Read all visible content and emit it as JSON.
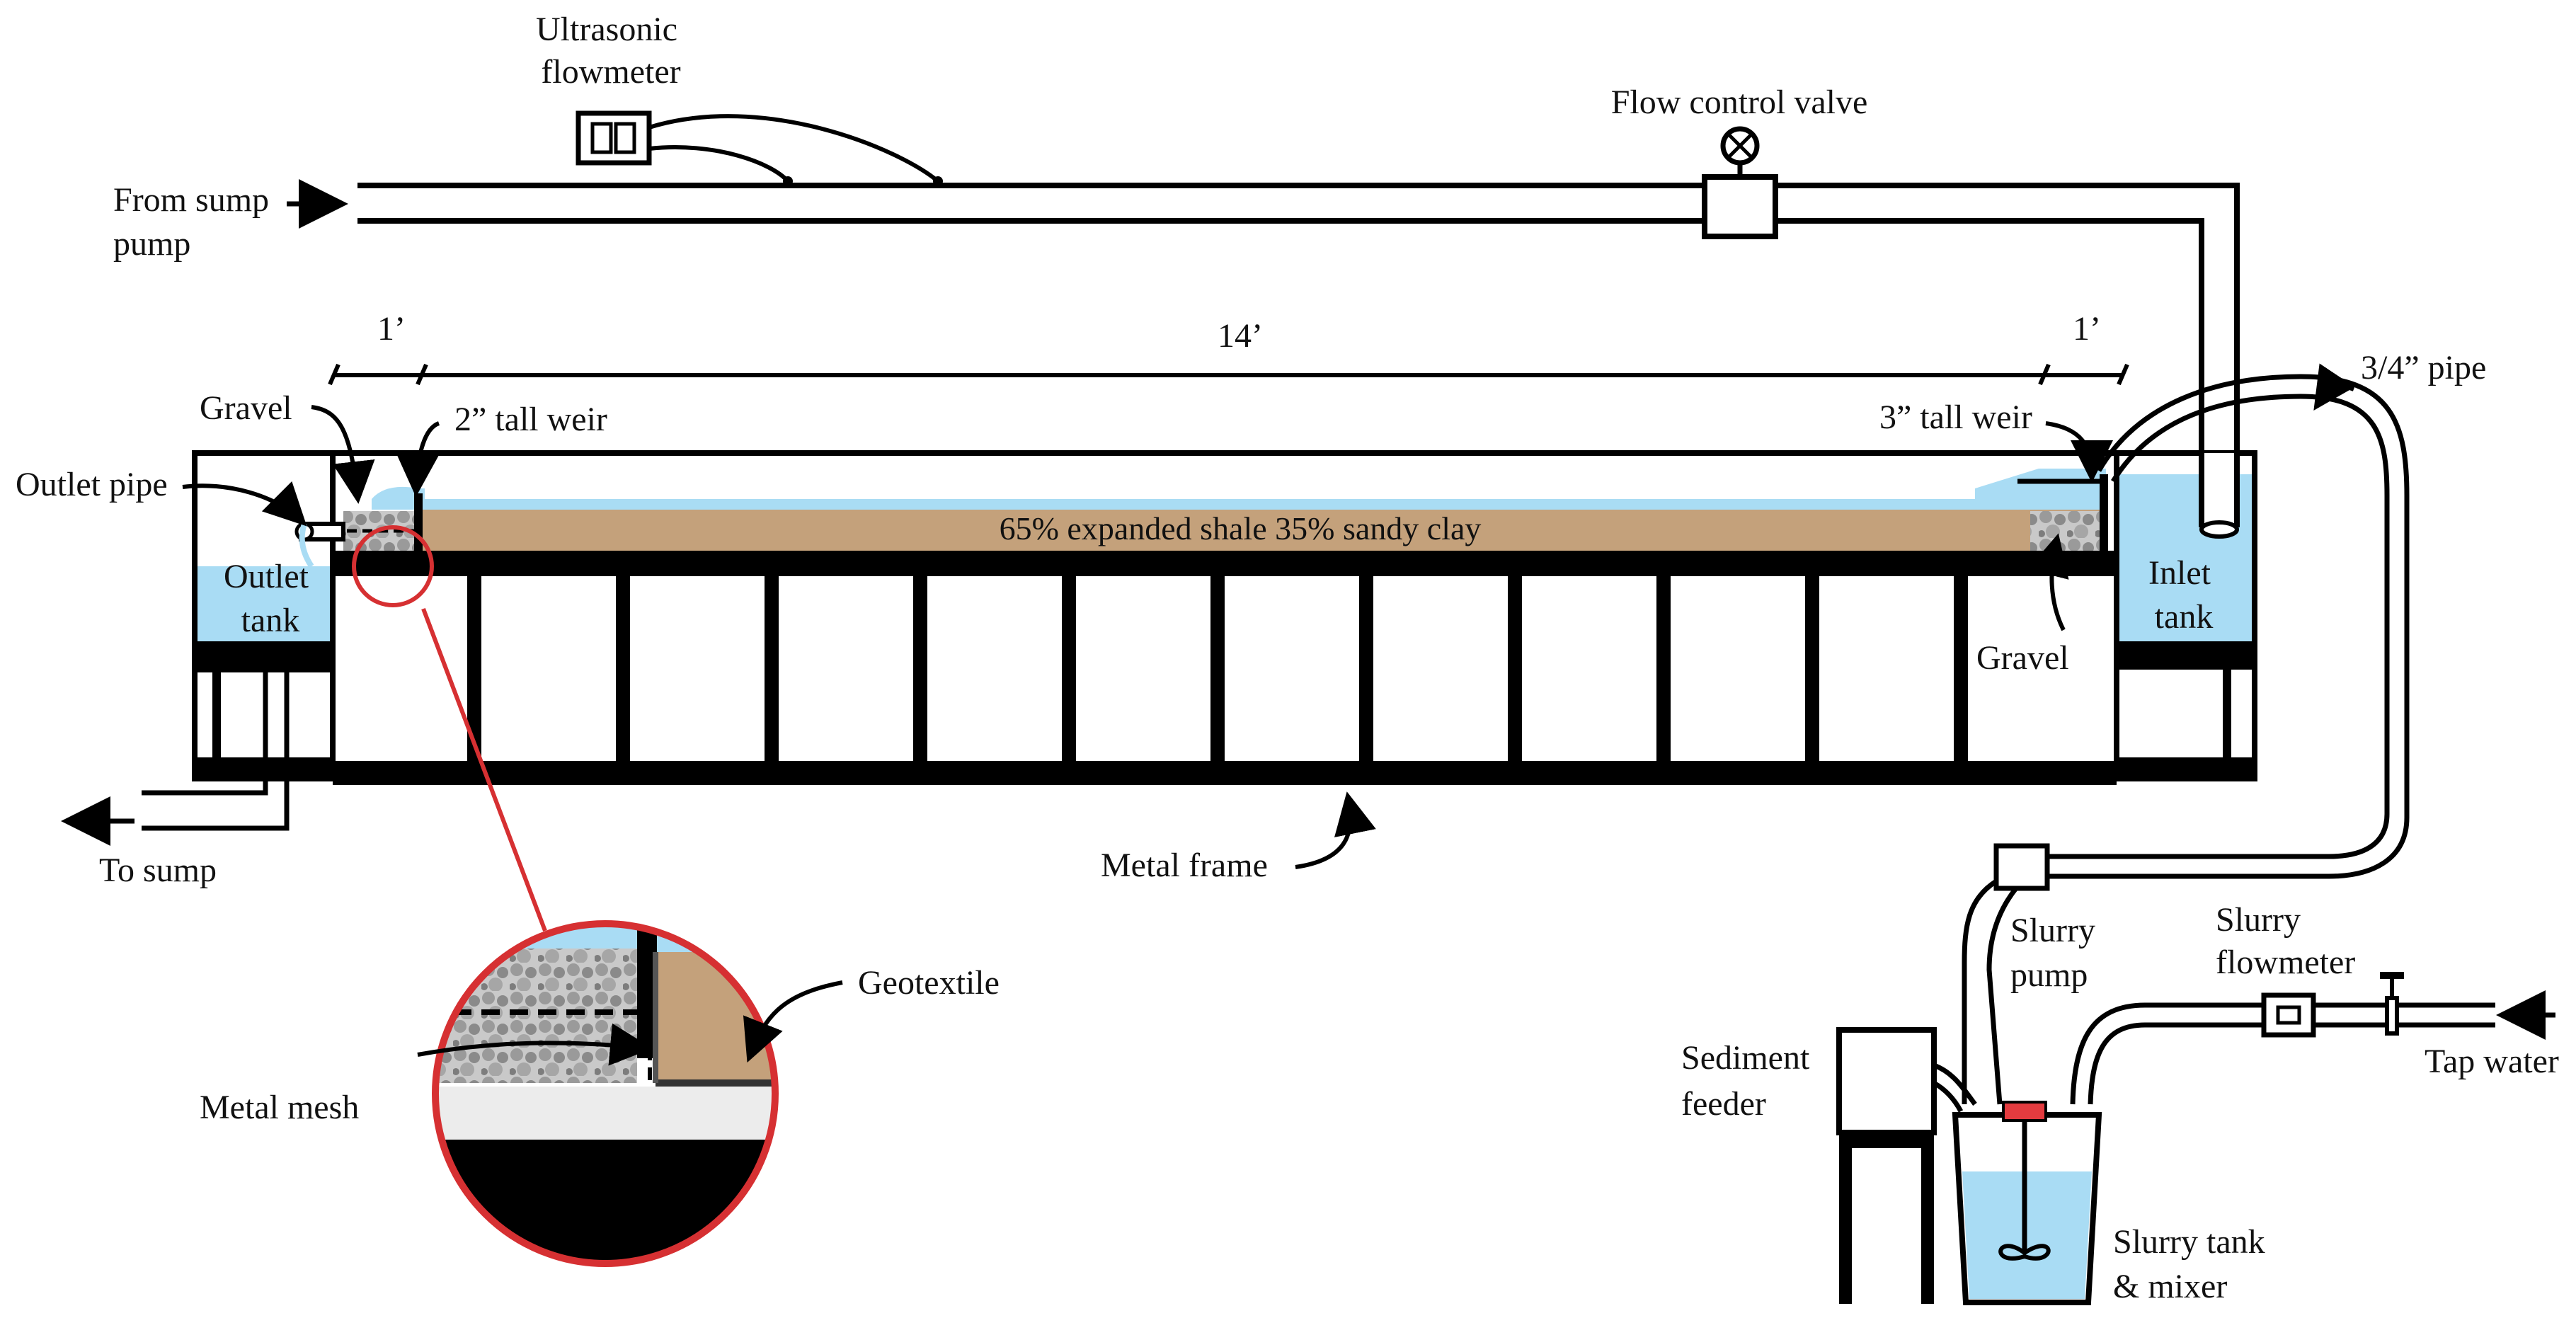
{
  "colors": {
    "water": "#a9dcf4",
    "soil": "#c4a17b",
    "frame": "#000000",
    "zoom_ring": "#d63032",
    "mixer_band": "#e33b3f",
    "gravel": "#b7b7b7"
  },
  "labels": {
    "ultrasonic_flowmeter": [
      "Ultrasonic",
      "flowmeter"
    ],
    "flow_control_valve": "Flow control valve",
    "from_sump_pump": [
      "From sump",
      "pump"
    ],
    "dim_left": "1’",
    "dim_middle": "14’",
    "dim_right": "1’",
    "gravel_left": "Gravel",
    "weir_2in": "2” tall weir",
    "weir_3in": "3” tall weir",
    "pipe_3_4": "3/4” pipe",
    "outlet_pipe": "Outlet pipe",
    "outlet_tank": [
      "Outlet",
      "tank"
    ],
    "soil": "65% expanded shale 35% sandy clay",
    "inlet_tank": [
      "Inlet",
      "tank"
    ],
    "gravel_right": "Gravel",
    "to_sump": "To sump",
    "metal_frame": "Metal frame",
    "geotextile": "Geotextile",
    "metal_mesh": "Metal mesh",
    "slurry_pump": [
      "Slurry",
      "pump"
    ],
    "slurry_flowmeter": [
      "Slurry",
      "flowmeter"
    ],
    "tap_water": "Tap water",
    "sediment_feeder": [
      "Sediment",
      "feeder"
    ],
    "slurry_tank_mixer": [
      "Slurry tank",
      "& mixer"
    ]
  }
}
